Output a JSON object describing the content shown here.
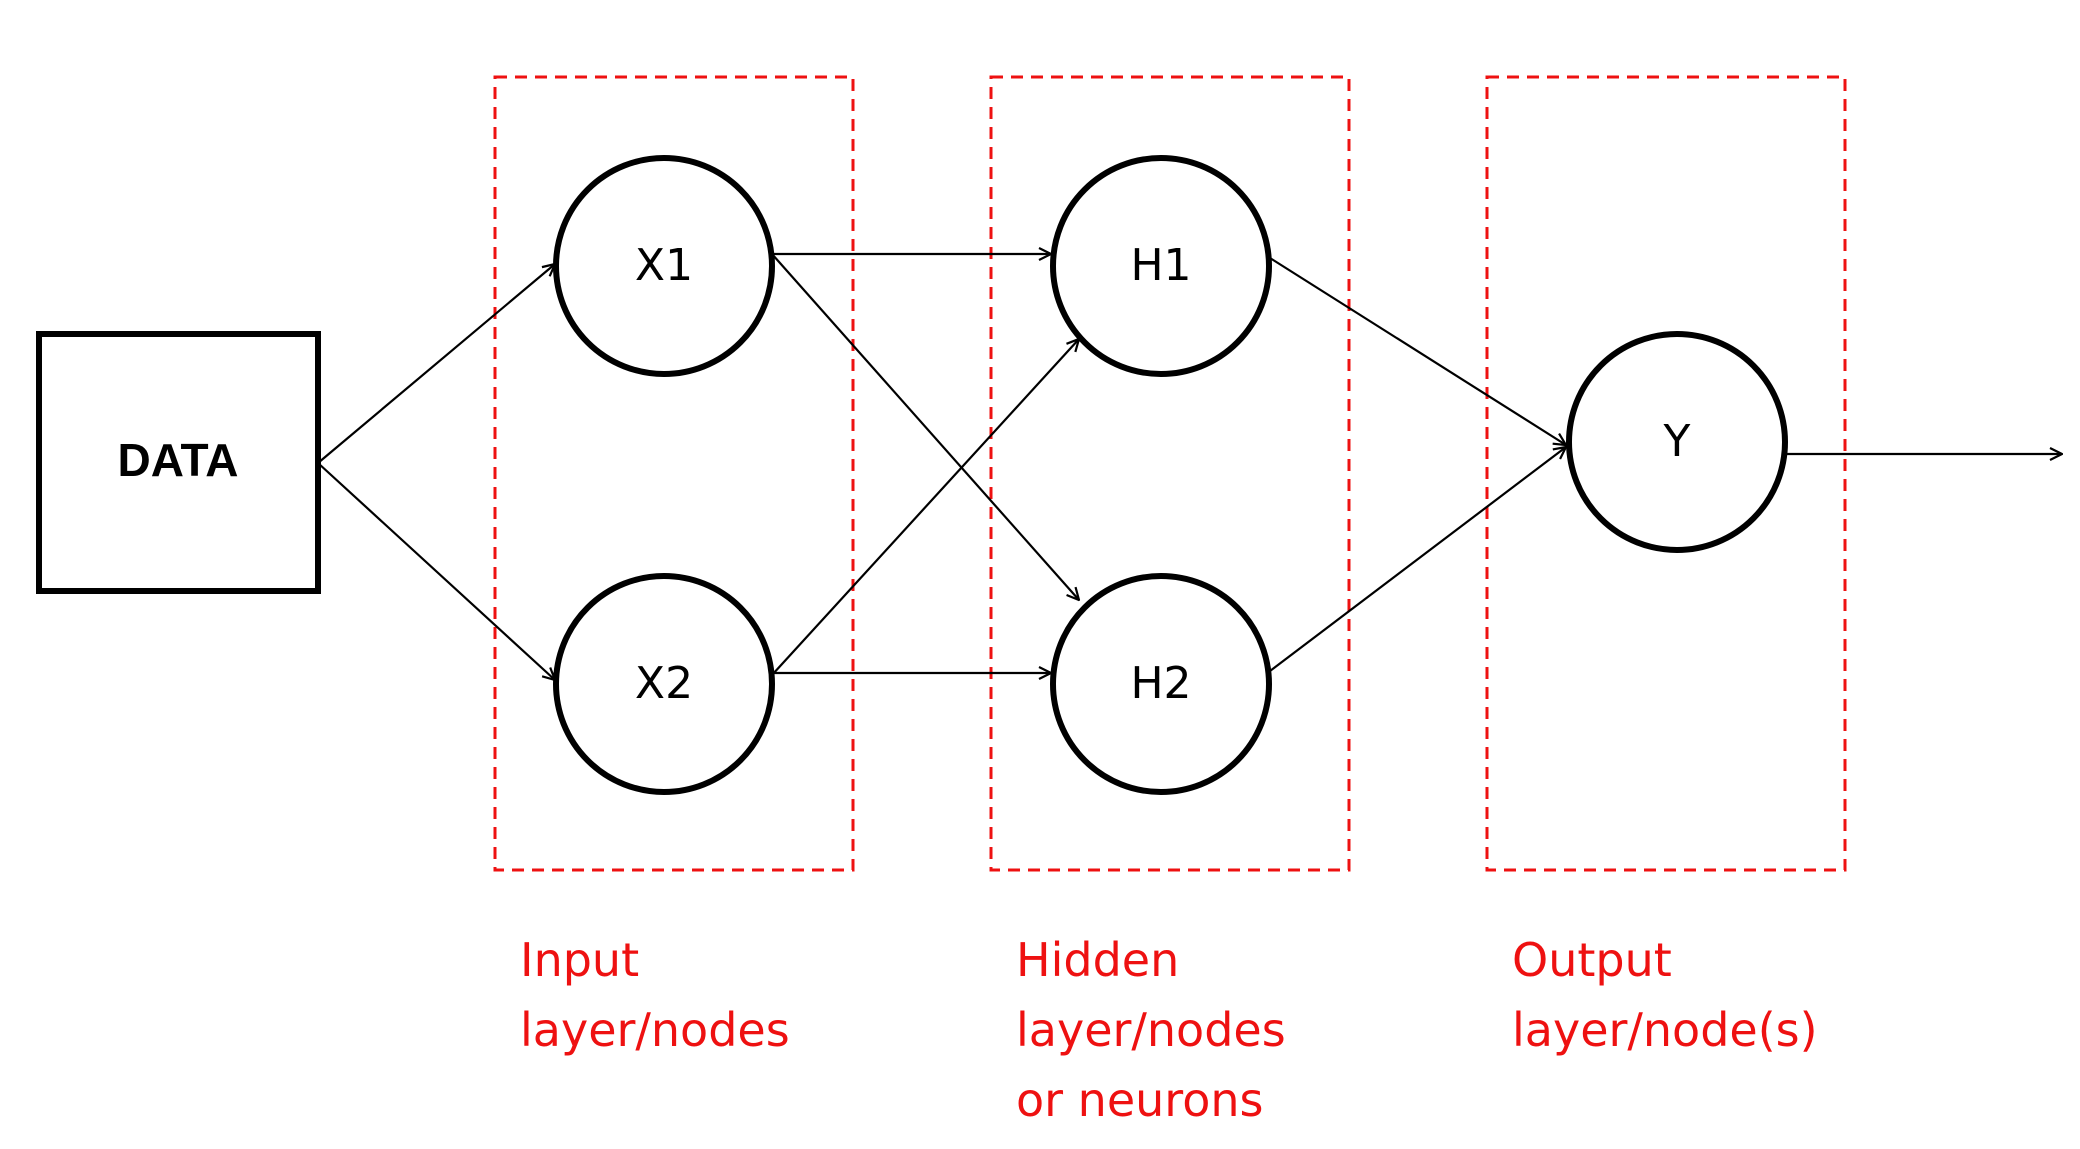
{
  "colors": {
    "line": "#000000",
    "layer_box": "#ee1111",
    "caption": "#ee1111",
    "background": "#ffffff"
  },
  "data_box": {
    "label": "DATA"
  },
  "nodes": {
    "x1": "X1",
    "x2": "X2",
    "h1": "H1",
    "h2": "H2",
    "y": "Y"
  },
  "layers": {
    "input": {
      "lines": [
        "Input",
        "layer/nodes"
      ]
    },
    "hidden": {
      "lines": [
        "Hidden",
        "layer/nodes",
        "or neurons"
      ]
    },
    "output": {
      "lines": [
        "Output",
        "layer/node(s)"
      ]
    }
  }
}
